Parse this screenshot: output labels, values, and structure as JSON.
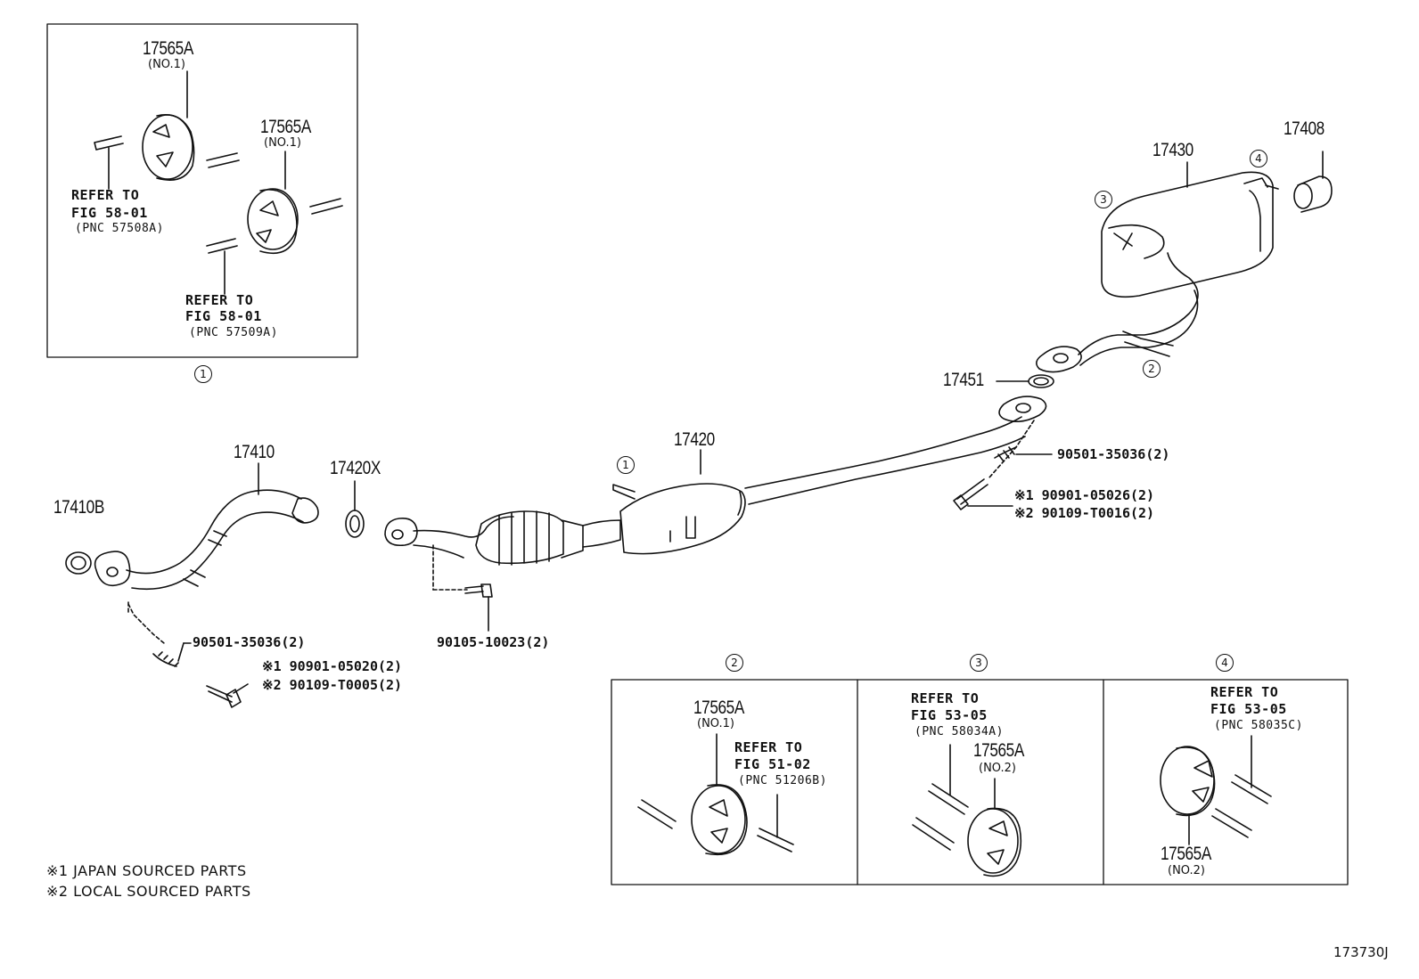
{
  "diagram_code": "173730J",
  "notes": [
    "※1 JAPAN SOURCED PARTS",
    "※2 LOCAL SOURCED PARTS"
  ],
  "detail_markers": [
    "1",
    "2",
    "3",
    "4"
  ],
  "parts": {
    "p17410B": "17410B",
    "p17410": "17410",
    "p17420X": "17420X",
    "p17420": "17420",
    "p17451": "17451",
    "p17430": "17430",
    "p17408": "17408",
    "hanger": "17565A",
    "no1": "(NO.1)",
    "no2": "(NO.2)"
  },
  "bolts": {
    "spring_left": "90501-35036(2)",
    "bolt_left_1": "※1 90901-05020(2)",
    "bolt_left_2": "※2 90109-T0005(2)",
    "bolt_mid": "90105-10023(2)",
    "spring_right": "90501-35036(2)",
    "bolt_right_1": "※1 90901-05026(2)",
    "bolt_right_2": "※2 90109-T0016(2)"
  },
  "refer": {
    "refer_to": "REFER TO",
    "fig_58_01": "FIG 58-01",
    "pnc_57508a": "(PNC 57508A)",
    "pnc_57509a": "(PNC 57509A)",
    "fig_51_02": "FIG 51-02",
    "pnc_51206b": "(PNC 51206B)",
    "fig_53_05": "FIG 53-05",
    "pnc_58034a": "(PNC 58034A)",
    "pnc_58035c": "(PNC 58035C)"
  }
}
